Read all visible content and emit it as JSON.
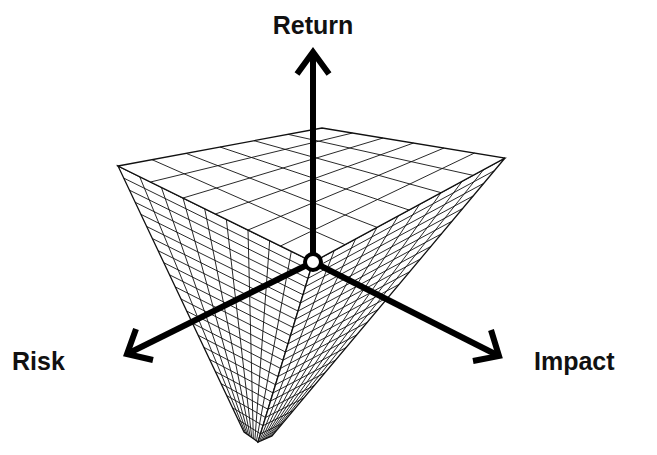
{
  "diagram": {
    "labels": [
      "Return",
      "Risk",
      "Impact"
    ]
  }
}
